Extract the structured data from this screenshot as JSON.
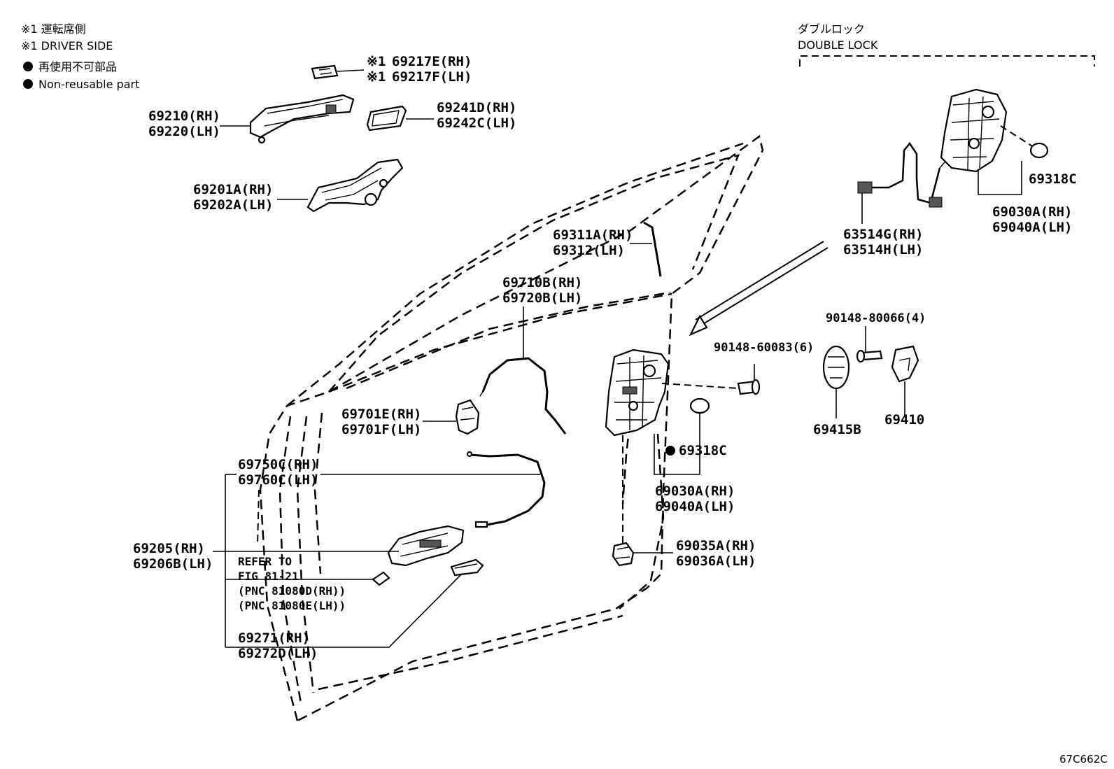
{
  "legend": {
    "driver_side_jp": "※1 運転席側",
    "driver_side_en": "※1 DRIVER SIDE",
    "non_reusable_jp": "再使用不可部品",
    "non_reusable_en": "Non-reusable part"
  },
  "double_lock": {
    "jp": "ダブルロック",
    "en": "DOUBLE LOCK"
  },
  "figure_id": "67C662C",
  "labels": {
    "cap_rh": "69217E(RH)",
    "cap_lh": "69217F(LH)",
    "cap_prefix": "※1",
    "handle_rh": "69210(RH)",
    "handle_lh": "69220(LH)",
    "pad_rh": "69241D(RH)",
    "pad_lh": "69242C(LH)",
    "frame_rh": "69201A(RH)",
    "frame_lh": "69202A(LH)",
    "rod_rh": "69311A(RH)",
    "rod_lh": "69312(LH)",
    "cable_upper_rh": "69710B(RH)",
    "cable_upper_lh": "69720B(LH)",
    "bracket_rh": "69701E(RH)",
    "bracket_lh": "69701F(LH)",
    "cable_lower_rh": "69750C(RH)",
    "cable_lower_lh": "69760C(LH)",
    "inner_handle_rh": "69205(RH)",
    "inner_handle_lh": "69206B(LH)",
    "refer_1": "REFER TO",
    "refer_2": "FIG 81-21",
    "refer_3": "(PNC 81080D(RH))",
    "refer_4": "(PNC 81080E(LH))",
    "bezel_rh": "69271(RH)",
    "bezel_lh": "69272D(LH)",
    "wire_rh": "63514G(RH)",
    "wire_lh": "63514H(LH)",
    "seal_top": "69318C",
    "lock_top_rh": "69030A(RH)",
    "lock_top_lh": "69040A(LH)",
    "bolt_main": "90148-60083(6)",
    "seal_main": "69318C",
    "lock_main_rh": "69030A(RH)",
    "lock_main_lh": "69040A(LH)",
    "bolt_striker": "90148-80066(4)",
    "striker_cover": "69415B",
    "striker": "69410",
    "protector_rh": "69035A(RH)",
    "protector_lh": "69036A(LH)"
  }
}
